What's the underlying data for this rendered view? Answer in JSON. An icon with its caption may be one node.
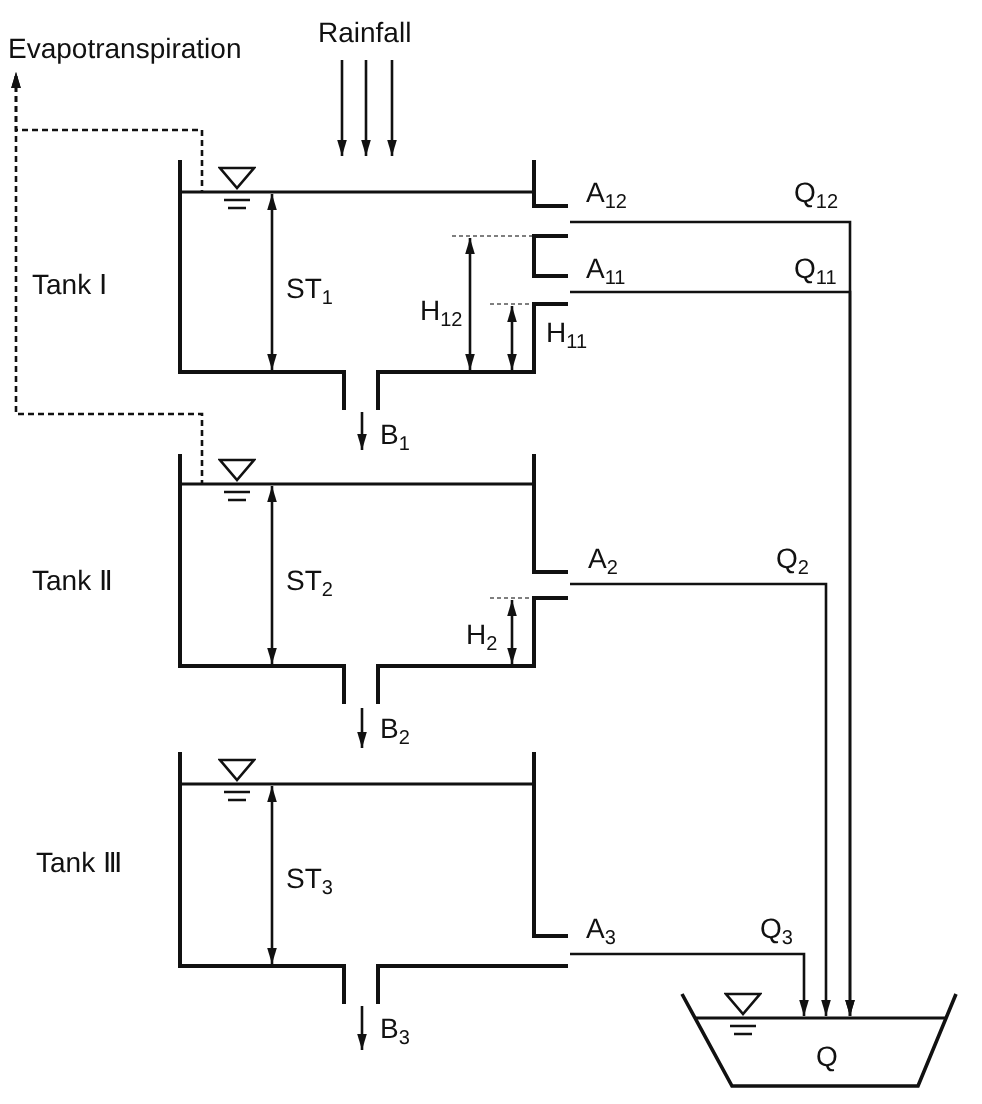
{
  "diagram": {
    "nodes": [
      {
        "text": [
          "Evapotranspiration"
        ]
      },
      {
        "text": [
          "Rainfall"
        ]
      },
      {
        "text": [
          "Tank Ⅰ"
        ]
      },
      {
        "text": [
          "Tank Ⅱ"
        ]
      },
      {
        "text": [
          "Tank Ⅲ"
        ]
      },
      {
        "text": [
          "Q"
        ]
      }
    ],
    "edges": [
      {
        "from": 2,
        "to": 0,
        "arrow": "to",
        "style": "dashed"
      },
      {
        "from": 3,
        "to": 0,
        "arrow": "to",
        "style": "dashed"
      },
      {
        "from": 1,
        "to": 2,
        "arrow": "to"
      },
      {
        "from": 1,
        "to": 2,
        "arrow": "to"
      },
      {
        "from": 1,
        "to": 2,
        "arrow": "to"
      },
      {
        "from": 2,
        "to": 3,
        "arrow": "to",
        "label": "B$_{1}$"
      },
      {
        "from": 3,
        "to": 4,
        "arrow": "to",
        "label": "B$_{2}$"
      },
      {
        "from": 4,
        "to": null,
        "arrow": "to",
        "label": "B$_{3}$"
      },
      {
        "from": 2,
        "to": 5,
        "arrow": "to",
        "label": "Q$_{12}$"
      },
      {
        "from": 2,
        "to": 5,
        "arrow": "to",
        "label": "Q$_{11}$"
      },
      {
        "from": 3,
        "to": 5,
        "arrow": "to",
        "label": "Q$_{2}$"
      },
      {
        "from": 4,
        "to": 5,
        "arrow": "to",
        "label": "Q$_{3}$"
      }
    ],
    "labels": [
      "A$_{12}$",
      "A$_{11}$",
      "ST$_{1}$",
      "H$_{12}$",
      "H$_{11}$",
      "A$_{2}$",
      "ST$_{2}$",
      "H$_{2}$",
      "ST$_{3}$",
      "A$_{3}$"
    ]
  }
}
